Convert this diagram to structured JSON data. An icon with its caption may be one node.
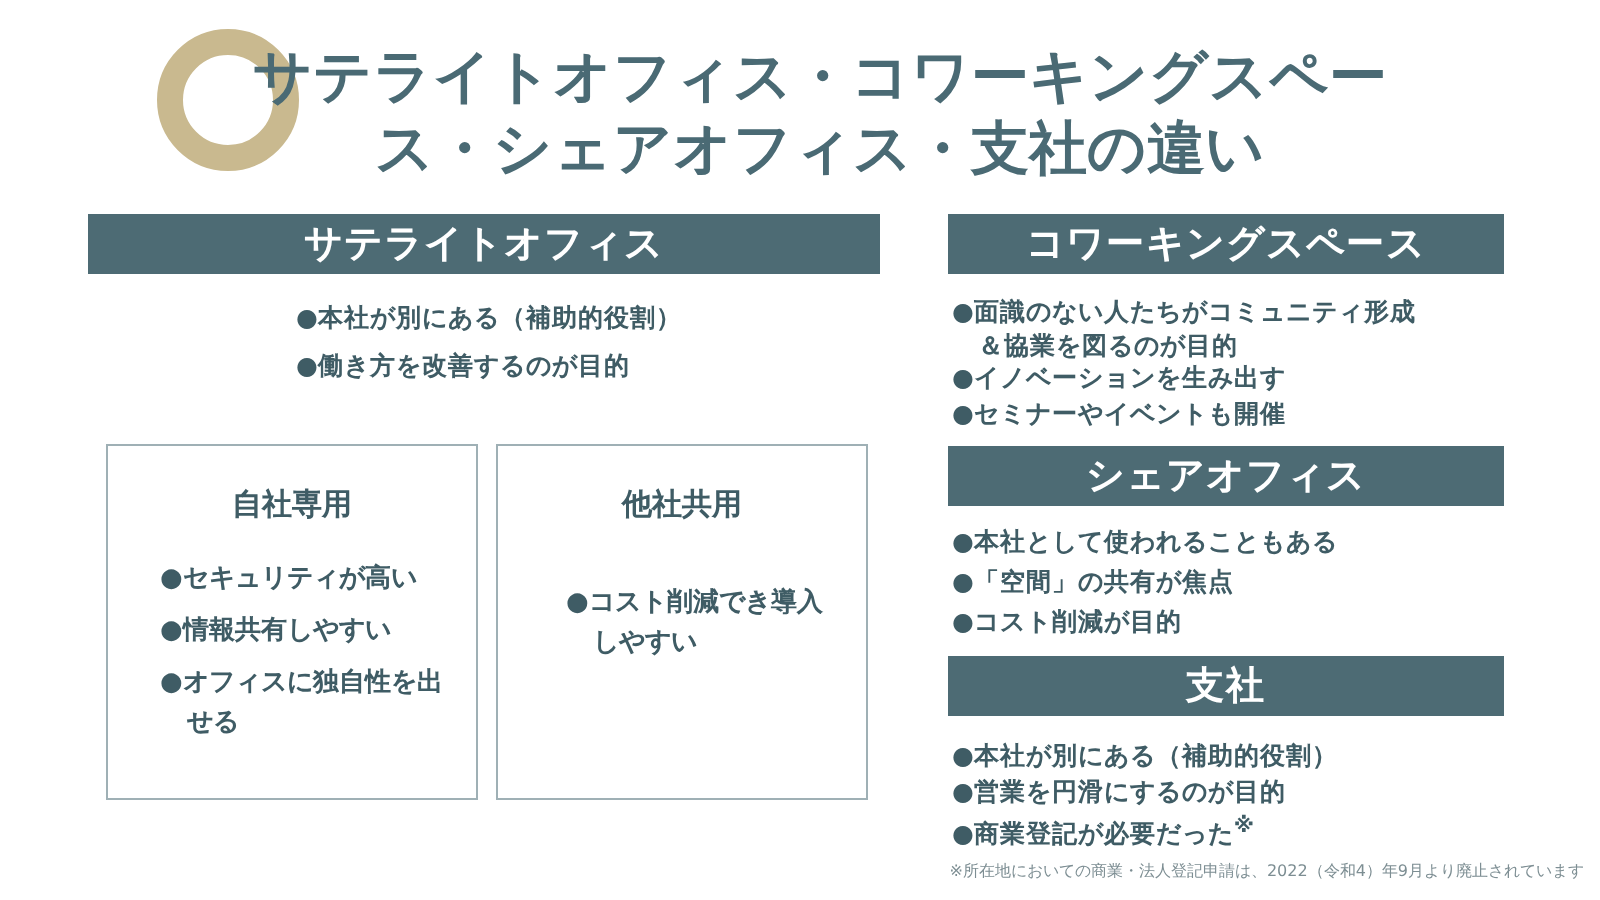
{
  "diagram": {
    "title": "サテライトオフィス・コワーキングスペース・シェアオフィス・支社の違い",
    "nodes": [
      {
        "text": [
          "サテライトオフィス"
        ]
      },
      {
        "text": [
          "自社専用",
          "●セキュリティが高い",
          "●情報共有しやすい",
          "●オフィスに独自性を出せる"
        ]
      },
      {
        "text": [
          "他社共用",
          "●コスト削減でき導入しやすい"
        ]
      },
      {
        "text": [
          "コワーキングスペース"
        ]
      },
      {
        "text": [
          "シェアオフィス"
        ]
      },
      {
        "text": [
          "支社"
        ]
      }
    ],
    "labels": [
      "●本社が別にある（補助的役割）",
      "●働き方を改善するのが目的",
      "●面識のない人たちがコミュニティ形成＆協業を図るのが目的",
      "●イノベーションを生み出す",
      "●セミナーやイベントも開催",
      "●本社として使われることもある",
      "●「空間」の共有が焦点",
      "●コスト削減が目的",
      "●本社が別にある（補助的役割）",
      "●営業を円滑にするのが目的",
      "●商業登記が必要だった$^{※}$",
      "※所在地においての商業・法人登記申請は、2022（令和4）年9月より廃止されています"
    ]
  }
}
